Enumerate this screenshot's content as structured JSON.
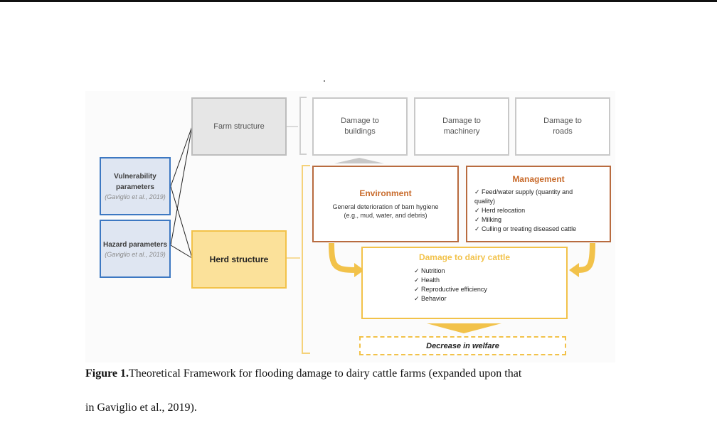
{
  "diagram": {
    "vulnerability": {
      "title": "Vulnerability parameters",
      "cite": "(Gaviglio et al., 2019)"
    },
    "hazard": {
      "title": "Hazard parameters",
      "cite": "(Gaviglio et al., 2019)"
    },
    "farm_structure": "Farm structure",
    "herd_structure": "Herd structure",
    "damage_buildings": "Damage to buildings",
    "damage_machinery": "Damage to machinery",
    "damage_roads": "Damage to roads",
    "environment": {
      "title": "Environment",
      "text": "General deterioration of barn hygiene (e.g., mud, water, and debris)"
    },
    "management": {
      "title": "Management",
      "items": [
        "✓ Feed/water supply (quantity and quality)",
        "✓ Herd relocation",
        "✓ Milking",
        "✓ Culling or treating diseased cattle"
      ]
    },
    "damage_cattle": {
      "title": "Damage to dairy cattle",
      "items": [
        "✓ Nutrition",
        "✓ Health",
        "✓ Reproductive efficiency",
        "✓ Behavior"
      ]
    },
    "welfare": "Decrease in welfare",
    "colors": {
      "blue": "#3d78c2",
      "yellow": "#f2c24a",
      "brown": "#b86b3f",
      "gray": "#bdbdbd"
    }
  },
  "caption": {
    "label": "Figure 1.",
    "line1": "Theoretical Framework for flooding damage to dairy cattle farms (expanded upon that",
    "line2": "in Gaviglio et al., 2019)."
  }
}
